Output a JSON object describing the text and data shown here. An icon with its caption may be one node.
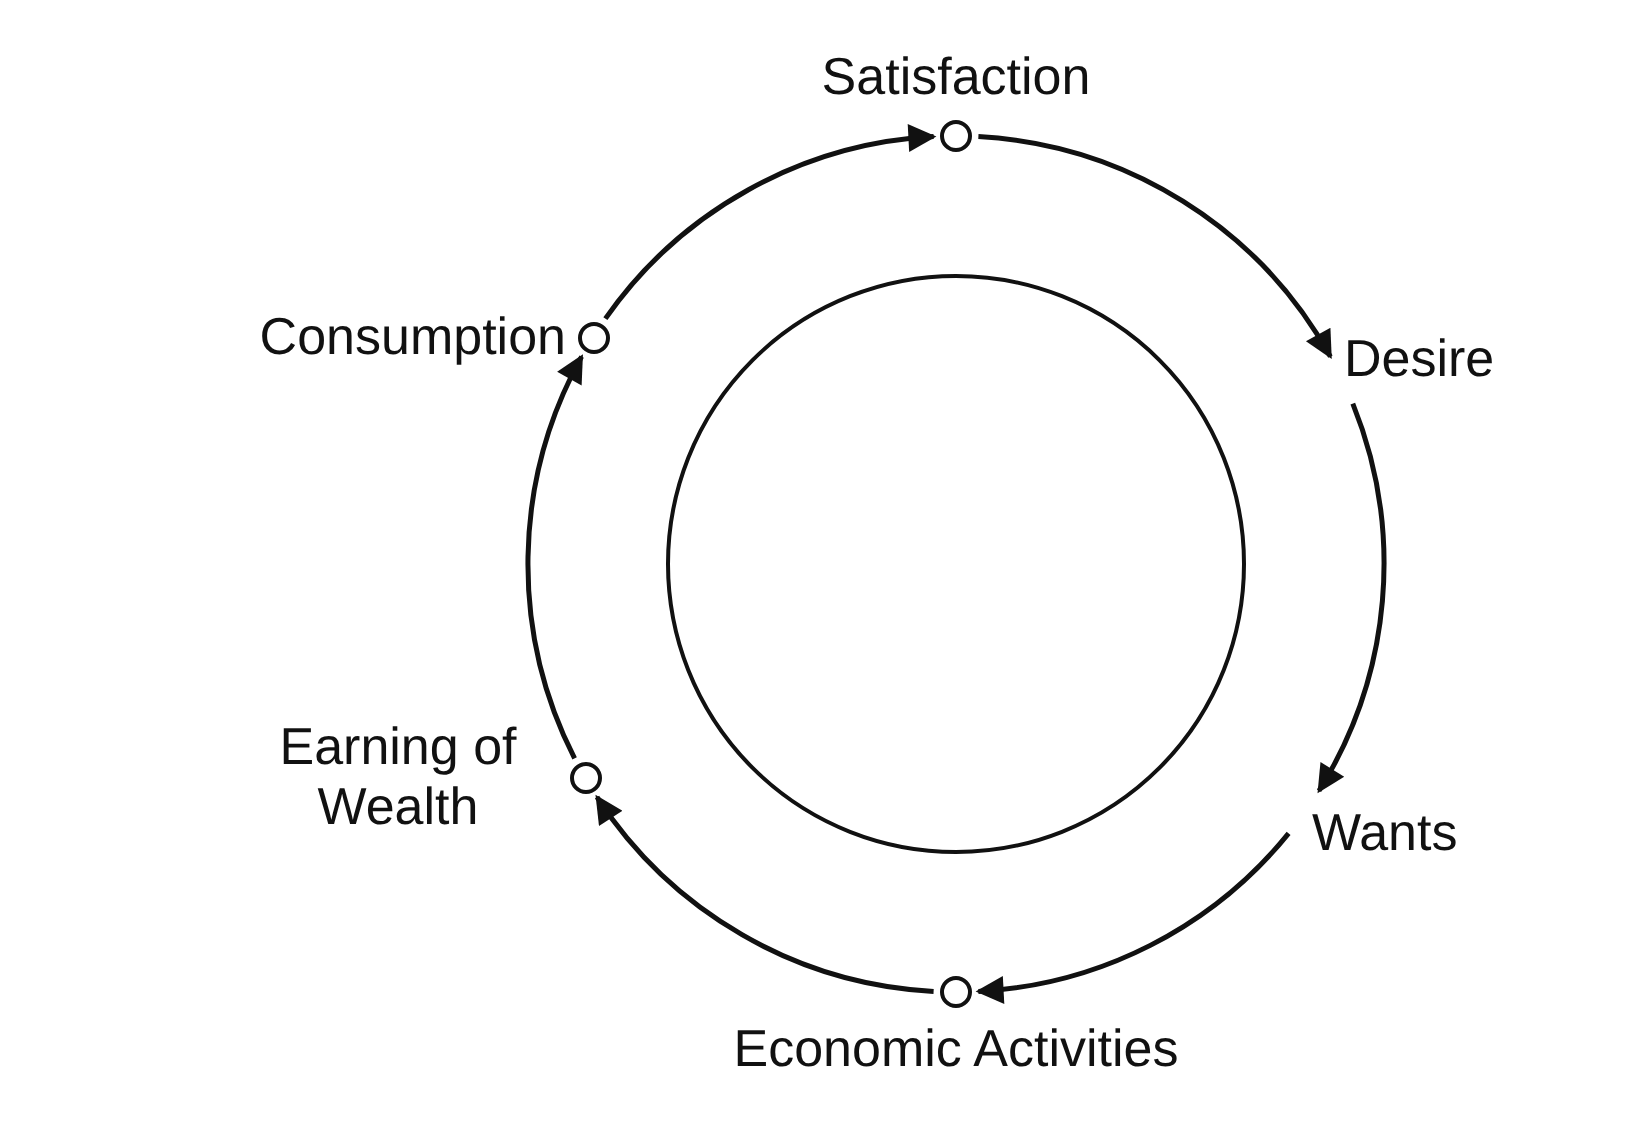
{
  "diagram": {
    "nodes": [
      {
        "text": [
          "Satisfaction"
        ]
      },
      {
        "text": [
          "Desire"
        ]
      },
      {
        "text": [
          "Wants"
        ]
      },
      {
        "text": [
          "Economic Activities"
        ]
      },
      {
        "text": [
          "Earning of Wealth"
        ]
      },
      {
        "text": [
          "Consumption"
        ]
      },
      {
        "text": [],
        "shape": "circle"
      }
    ],
    "edges": [
      {
        "from": 0,
        "to": 1,
        "arrow": "to"
      },
      {
        "from": 1,
        "to": 2,
        "arrow": "to"
      },
      {
        "from": 2,
        "to": 3,
        "arrow": "to"
      },
      {
        "from": 3,
        "to": 4,
        "arrow": "to"
      },
      {
        "from": 4,
        "to": 5,
        "arrow": "to"
      },
      {
        "from": 5,
        "to": 0,
        "arrow": "to"
      }
    ]
  }
}
